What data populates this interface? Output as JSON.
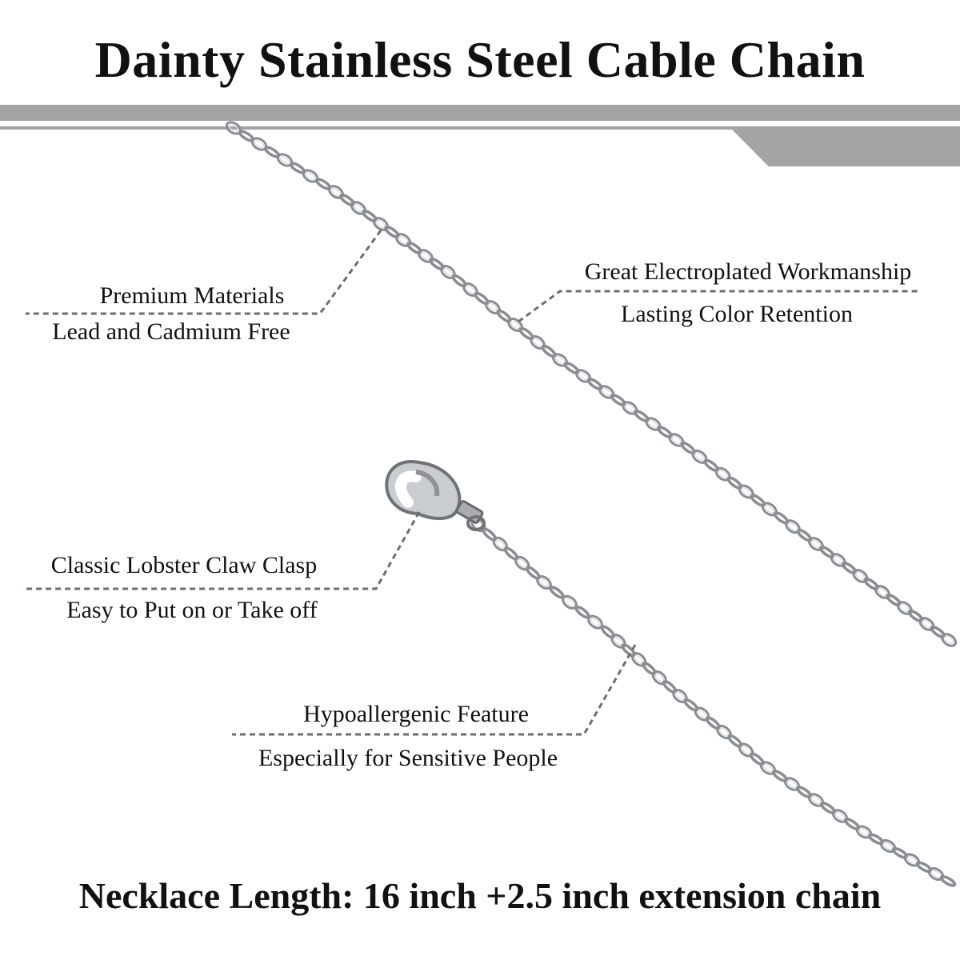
{
  "title": "Dainty Stainless Steel Cable Chain",
  "features": [
    {
      "heading": "Premium Materials",
      "detail": "Lead and Cadmium Free"
    },
    {
      "heading": "Great Electroplated Workmanship",
      "detail": "Lasting Color Retention"
    },
    {
      "heading": "Classic Lobster Claw Clasp",
      "detail": "Easy to Put on or Take off"
    },
    {
      "heading": "Hypoallergenic Feature",
      "detail": "Especially for Sensitive People"
    }
  ],
  "footer": "Necklace Length: 16 inch +2.5 inch extension chain",
  "colors": {
    "band": "#a4a4a4",
    "chain": "#8a8d91",
    "chain_highlight": "#d8dadd",
    "leader_line": "#6e6e6e",
    "text": "#111111"
  }
}
